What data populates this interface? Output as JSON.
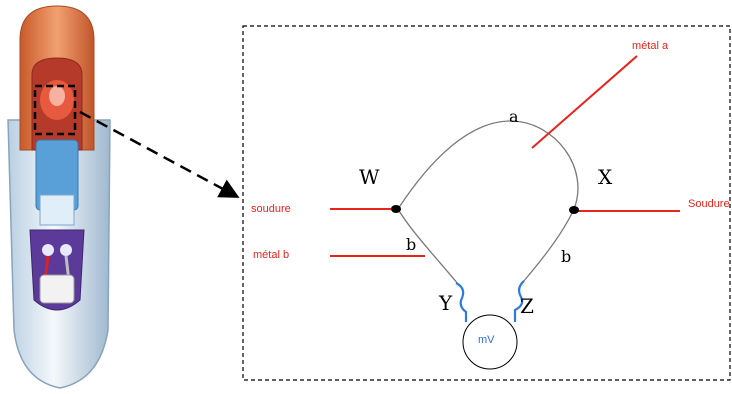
{
  "colors": {
    "red_wire": "#e8241c",
    "gray_wire": "#7a7a7a",
    "blue_lead": "#2d7be0",
    "frame": "#000000",
    "probe_sheath": "#dbe8f2",
    "probe_tip": "#e07a45"
  },
  "labels": {
    "metal_a": "métal a",
    "metal_b": "métal b",
    "solder_left": "soudure",
    "solder_right": "Soudure",
    "node_w": "W",
    "node_x": "X",
    "node_y": "Y",
    "node_z": "Z",
    "wire_a": "a",
    "wire_b_left": "b",
    "wire_b_right": "b",
    "meter": "mV"
  },
  "icons": {
    "probe": "thermocouple-probe-illustration",
    "zoom_arrow": "dashed-arrow"
  }
}
